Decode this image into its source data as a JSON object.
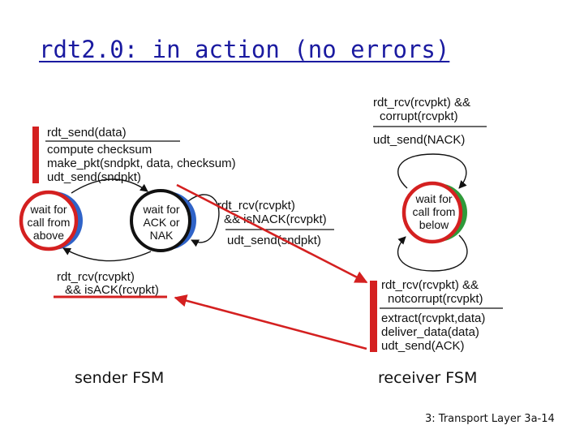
{
  "slide": {
    "title": "rdt2.0: in action (no errors)",
    "footer": "3: Transport Layer 3a-14"
  },
  "sender": {
    "caption": "sender FSM",
    "state_wait_above": [
      "wait for",
      "call from",
      "above"
    ],
    "state_wait_ack": [
      "wait for",
      "ACK or",
      "NAK"
    ],
    "send_event": "rdt_send(data)",
    "send_actions": [
      "compute checksum",
      "make_pkt(sndpkt, data, checksum)",
      "udt_send(sndpkt)"
    ],
    "nack_event": [
      "rdt_rcv(rcvpkt)",
      "&& isNACK(rcvpkt)"
    ],
    "nack_action": "udt_send(sndpkt)",
    "ack_event": [
      "rdt_rcv(rcvpkt)",
      "&& isACK(rcvpkt)"
    ]
  },
  "receiver": {
    "caption": "receiver FSM",
    "state_wait_below": [
      "wait for",
      "call from",
      "below"
    ],
    "corrupt_event": [
      "rdt_rcv(rcvpkt) &&",
      "corrupt(rcvpkt)"
    ],
    "corrupt_action": "udt_send(NACK)",
    "ok_event": [
      "rdt_rcv(rcvpkt) &&",
      "notcorrupt(rcvpkt)"
    ],
    "ok_actions": [
      "extract(rcvpkt,data)",
      "deliver_data(data)",
      "udt_send(ACK)"
    ]
  },
  "colors": {
    "title": "#1a1aa0",
    "highlight": "#d42020",
    "state_blue": "#2f63c8",
    "state_green": "#2f9a3a"
  }
}
